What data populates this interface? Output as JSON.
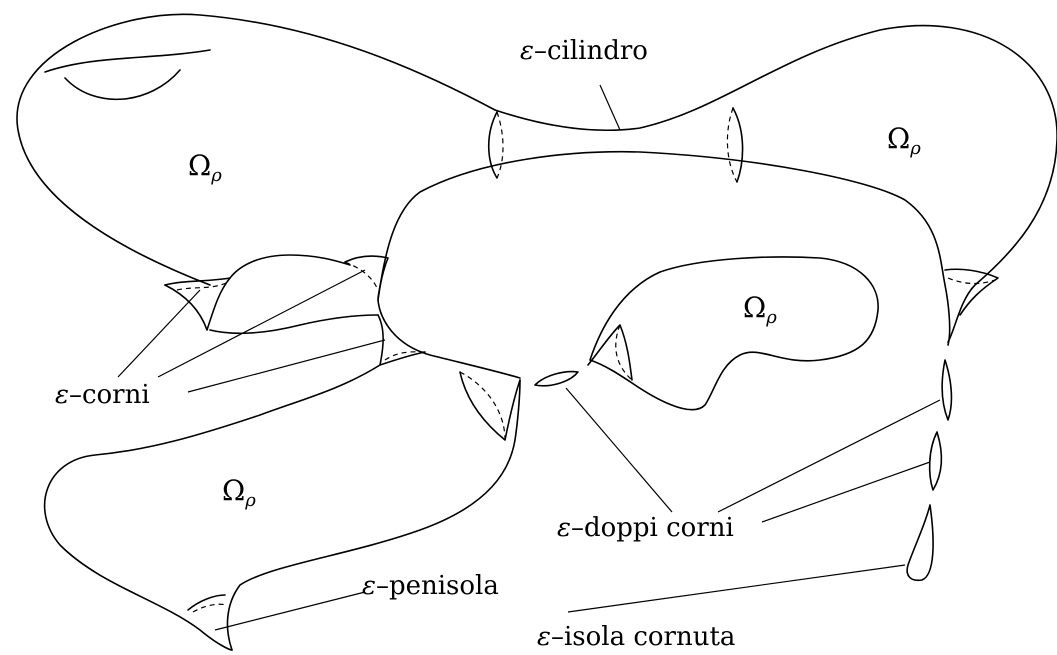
{
  "labels": {
    "omega_symbol": "Ω",
    "rho_symbol": "ρ",
    "epsilon_symbol": "ε",
    "cilindro": "–cilindro",
    "corni": "–corni",
    "doppi_corni": "–doppi corni",
    "penisola": "–penisola",
    "isola_cornuta": "–isola cornuta"
  }
}
